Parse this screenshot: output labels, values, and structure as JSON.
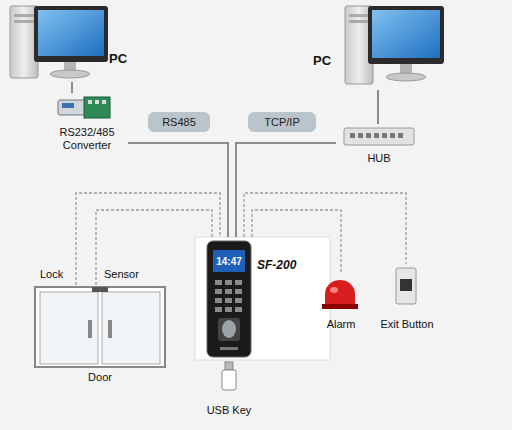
{
  "diagram": {
    "nodes": [
      {
        "text": [
          "PC"
        ]
      },
      {
        "text": [
          "PC"
        ]
      },
      {
        "text": [
          "RS232/485 Converter"
        ]
      },
      {
        "text": [
          "HUB"
        ]
      },
      {
        "text": [
          "Door"
        ]
      },
      {
        "text": [
          "SF-200"
        ]
      },
      {
        "text": [
          "Alarm"
        ]
      },
      {
        "text": [
          "Exit Button"
        ]
      },
      {
        "text": [
          "USB Key"
        ]
      }
    ],
    "edges": [
      {
        "from": 0,
        "to": 2,
        "arrow": "none"
      },
      {
        "from": 2,
        "to": 5,
        "label": "RS485",
        "arrow": "none"
      },
      {
        "from": 1,
        "to": 3,
        "arrow": "none"
      },
      {
        "from": 3,
        "to": 5,
        "label": "TCP/IP",
        "arrow": "none"
      },
      {
        "from": 4,
        "to": 5,
        "arrow": "none"
      },
      {
        "from": 4,
        "to": 5,
        "arrow": "none"
      },
      {
        "from": 5,
        "to": 6,
        "arrow": "none"
      },
      {
        "from": 5,
        "to": 7,
        "arrow": "none"
      }
    ],
    "labels": [
      "Lock",
      "Sensor",
      "14:47"
    ]
  }
}
